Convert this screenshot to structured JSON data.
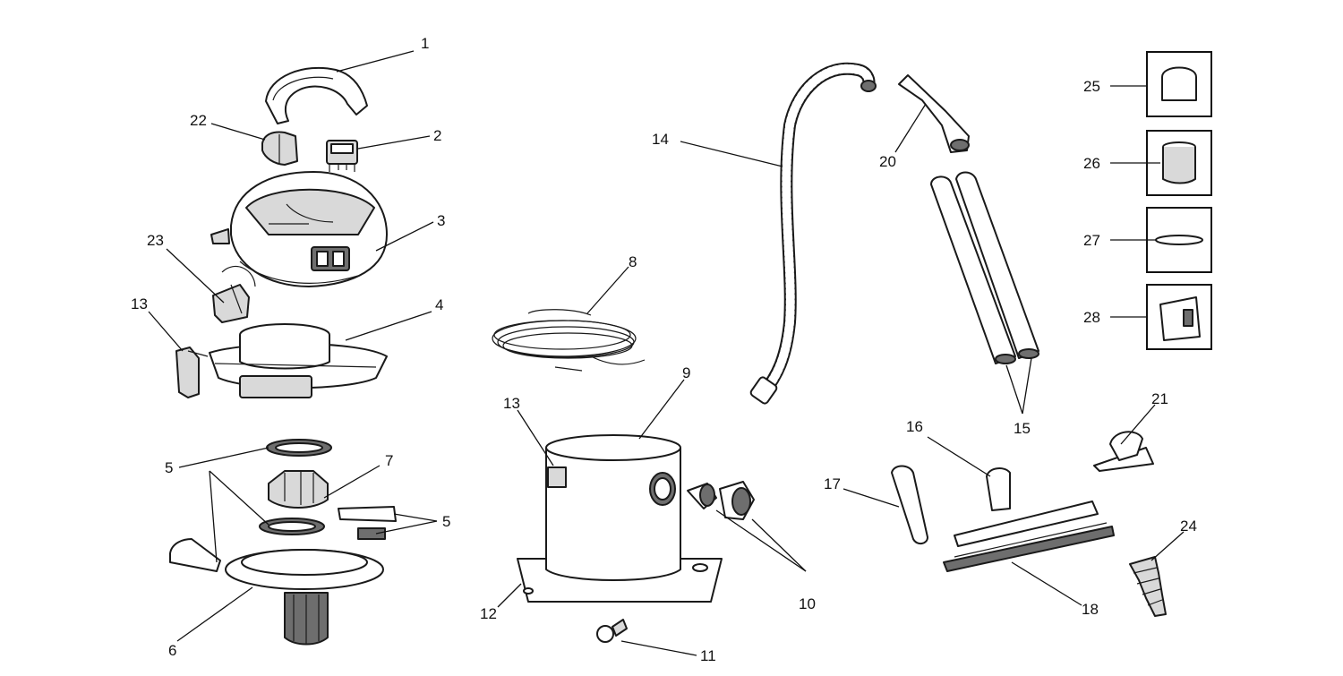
{
  "diagram": {
    "callouts": {
      "c1": "1",
      "c2": "2",
      "c3": "3",
      "c4": "4",
      "c5a": "5",
      "c5b": "5",
      "c6": "6",
      "c7": "7",
      "c8": "8",
      "c9": "9",
      "c10": "10",
      "c11": "11",
      "c12": "12",
      "c13a": "13",
      "c13b": "13",
      "c14": "14",
      "c15": "15",
      "c16": "16",
      "c17": "17",
      "c18": "18",
      "c20": "20",
      "c21": "21",
      "c22": "22",
      "c23": "23",
      "c24": "24",
      "c25": "25",
      "c26": "26",
      "c27": "27",
      "c28": "28"
    }
  }
}
